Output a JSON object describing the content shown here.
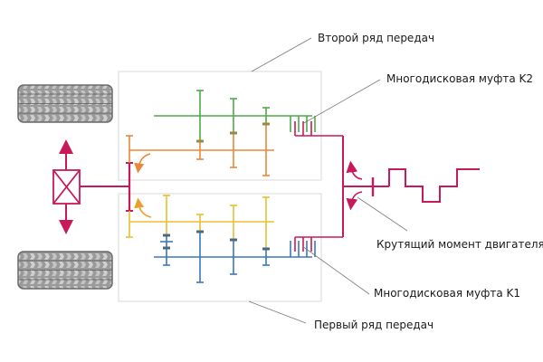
{
  "labels": {
    "second_gear_row": "Второй ряд передач",
    "clutch_k2": "Многодисковая муфта K2",
    "engine_torque": "Крутящий момент двигателя",
    "clutch_k1": "Многодисковая муфта K1",
    "first_gear_row": "Первый ряд передач"
  },
  "colors": {
    "drive_path": "#c8195a",
    "second_row_input_shaft": "#4fa84a",
    "second_row_output_shaft": "#e8883a",
    "first_row_output_shaft": "#e8c030",
    "first_row_input_shaft": "#3a78b8",
    "box_border": "#d8d8d8",
    "leader_line": "#7a7a7a",
    "tire": "#8a8a8a"
  }
}
